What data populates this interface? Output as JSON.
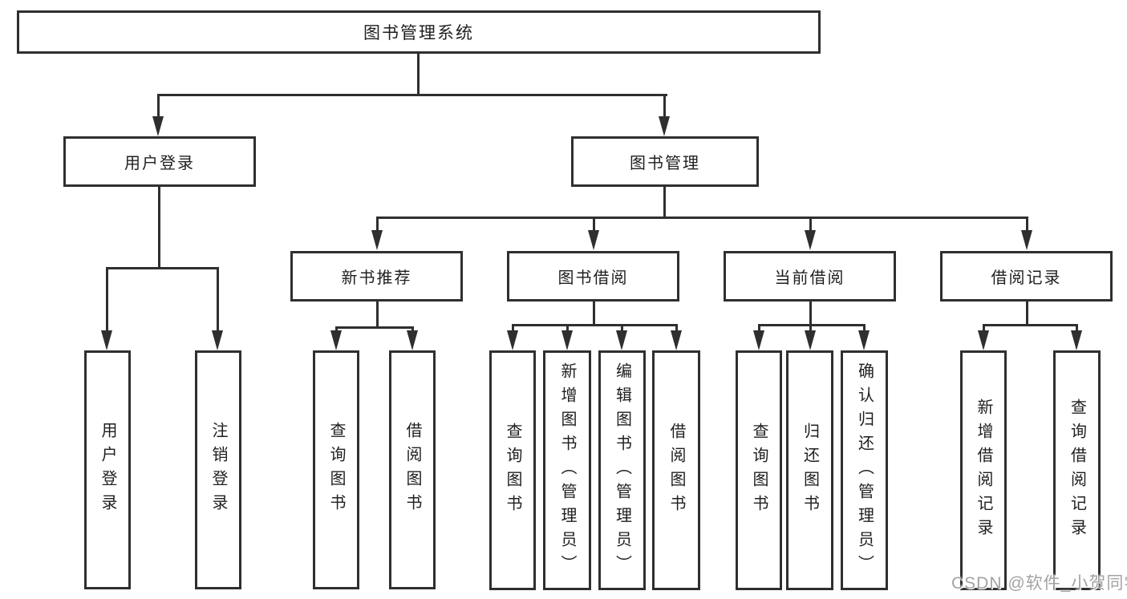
{
  "diagram": {
    "title": "图书管理系统",
    "branches": {
      "user_login": {
        "label": "用户登录",
        "children": {
          "login": "用户登录",
          "logout": "注销登录"
        }
      },
      "book_management": {
        "label": "图书管理",
        "children": {
          "new_book_recommend": {
            "label": "新书推荐",
            "children": {
              "query": "查询图书",
              "borrow": "借阅图书"
            }
          },
          "book_borrow": {
            "label": "图书借阅",
            "children": {
              "query": "查询图书",
              "add": "新增图书（管理员）",
              "edit": "编辑图书（管理员）",
              "borrow": "借阅图书"
            }
          },
          "current_borrow": {
            "label": "当前借阅",
            "children": {
              "query": "查询图书",
              "return": "归还图书",
              "confirm": "确认归还（管理员）"
            }
          },
          "borrow_records": {
            "label": "借阅记录",
            "children": {
              "add": "新增借阅记录",
              "query": "查询借阅记录"
            }
          }
        }
      }
    }
  },
  "watermark": {
    "text": "CSDN @软件_小贺同学"
  },
  "colors": {
    "stroke": "#2f2f2f",
    "text": "#1f1f1f",
    "background": "#ffffff",
    "watermark": "#a3a3a3"
  }
}
